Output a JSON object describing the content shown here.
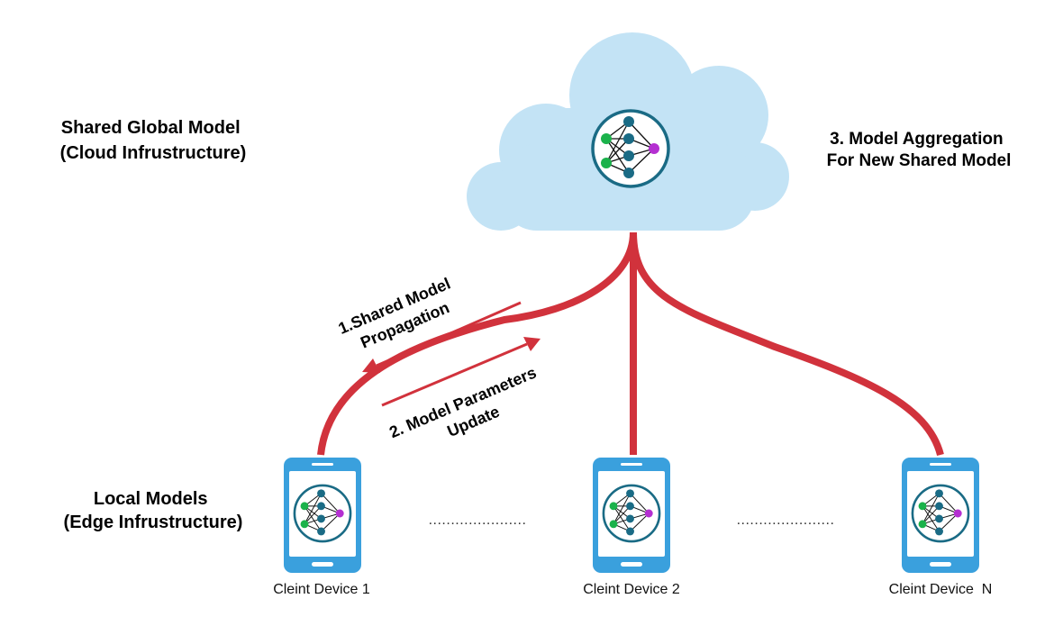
{
  "labels": {
    "global_model_line1": "Shared Global Model",
    "global_model_line2": "(Cloud Infrustructure)",
    "aggregation_line1": "3. Model Aggregation",
    "aggregation_line2": "For New Shared Model",
    "local_models_line1": "Local Models",
    "local_models_line2": "(Edge Infrustructure)",
    "propagation_line1": "1.Shared Model",
    "propagation_line2": "Propagation",
    "update_line1": "2. Model Parameters",
    "update_line2": "Update"
  },
  "devices": [
    {
      "label": "Cleint Device 1"
    },
    {
      "label": "Cleint Device 2"
    },
    {
      "label": "Cleint Device  N"
    }
  ],
  "ellipsis": "......................",
  "icons": {
    "cloud": "cloud-icon",
    "phone": "smartphone-icon",
    "network": "neural-network-icon"
  },
  "colors": {
    "cloud": "#c3e3f5",
    "phone": "#3aa0dd",
    "link": "#d1323c",
    "node_teal": "#1a6b85",
    "node_green": "#1bb24b",
    "node_purple": "#b42fd1",
    "ring": "#1a6b85"
  }
}
